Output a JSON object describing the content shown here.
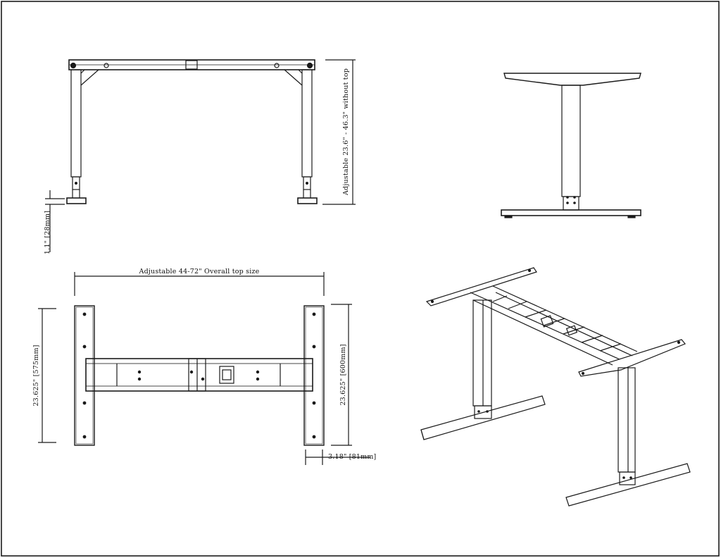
{
  "drawing": {
    "front_view": {
      "height_label": "Adjustable 23.6\" - 46.3\" without top",
      "foot_label": "1.1\" [28mm]"
    },
    "top_view": {
      "width_label": "Adjustable 44-72\" Overall top size",
      "depth_left_label": "23.625\" [575mm]",
      "depth_right_label": "23.625\" [600mm]",
      "foot_width_label": "3.18\" [81mm]"
    }
  },
  "colors": {
    "line": "#1a1a1a",
    "background": "#ffffff"
  }
}
